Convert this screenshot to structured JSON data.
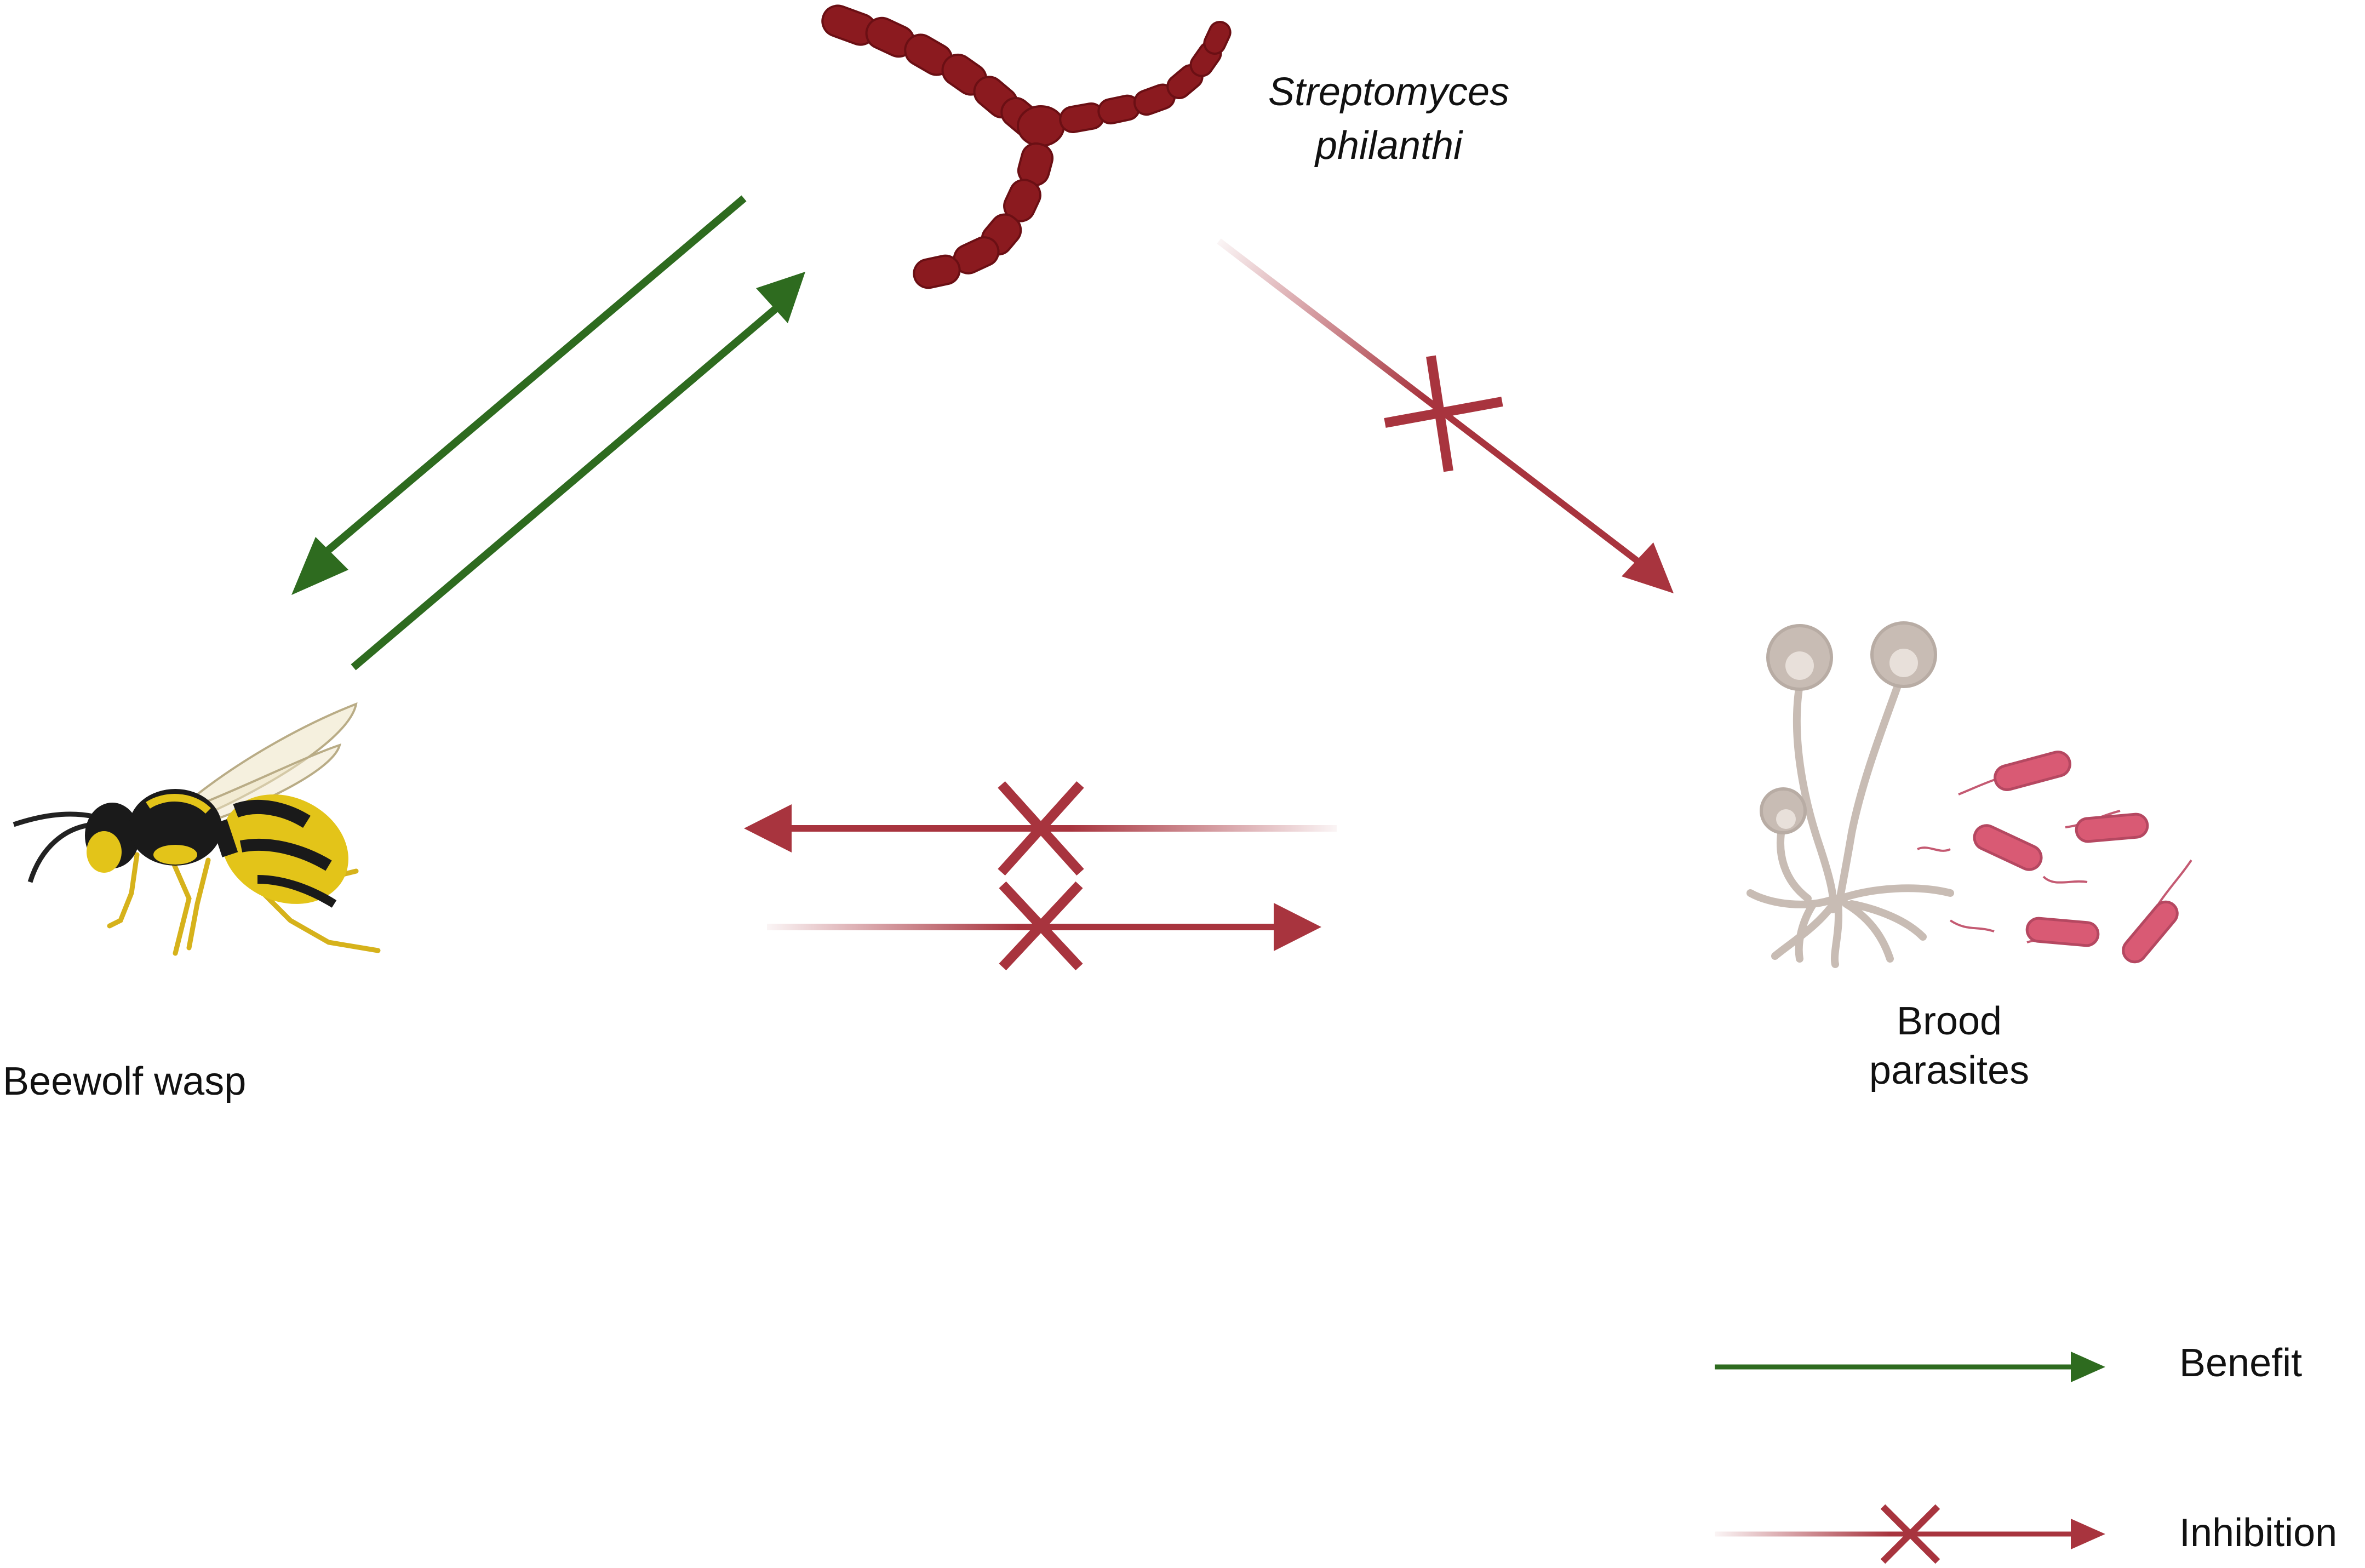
{
  "nodes": {
    "bacterium": {
      "label_line1": "Streptomyces",
      "label_line2": "philanthi"
    },
    "wasp": {
      "label": "Beewolf wasp"
    },
    "parasites": {
      "label_line1": "Brood",
      "label_line2": "parasites"
    }
  },
  "legend": {
    "benefit_label": "Benefit",
    "inhibition_label": "Inhibition"
  },
  "colors": {
    "benefit": "#2e6b1f",
    "inhibition": "#a8343e",
    "bacterium": "#8b1a1f",
    "fungus": "#c8bcb4",
    "bacteria_rods": "#d95a74"
  }
}
